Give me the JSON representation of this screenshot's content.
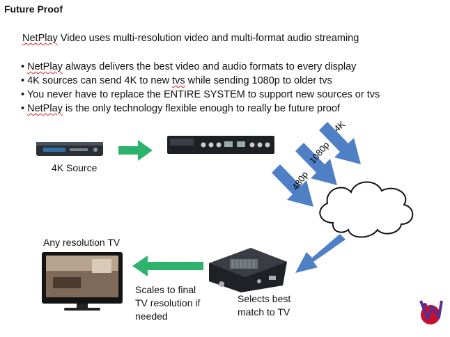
{
  "title": "Future Proof",
  "lead": {
    "brand": "NetPlay",
    "rest": " Video uses multi-resolution video and multi-format audio streaming"
  },
  "bullets": [
    {
      "pre": "",
      "flag": "NetPlay",
      "post": " always delivers the best video and audio formats to every display"
    },
    {
      "pre": "4K sources can send 4K to new ",
      "flag": "tvs",
      "post": " while sending 1080p to older tvs"
    },
    {
      "pre": "You never have to replace the ENTIRE SYSTEM to support new sources or tvs",
      "flag": "",
      "post": ""
    },
    {
      "pre": "",
      "flag": "NetPlay",
      "post": " is the only technology flexible enough to really be future proof"
    }
  ],
  "labels": {
    "source": "4K Source",
    "any_tv": "Any resolution TV",
    "scales": [
      "Scales to final",
      "TV resolution  if",
      "needed"
    ],
    "selects": [
      "Selects best",
      "match to TV"
    ]
  },
  "streams": [
    "4K",
    "1080p",
    "480p"
  ],
  "colors": {
    "green_arrow": "#2db36b",
    "blue_arrow": "#4f7fc4",
    "squiggle": "#dd2222"
  }
}
